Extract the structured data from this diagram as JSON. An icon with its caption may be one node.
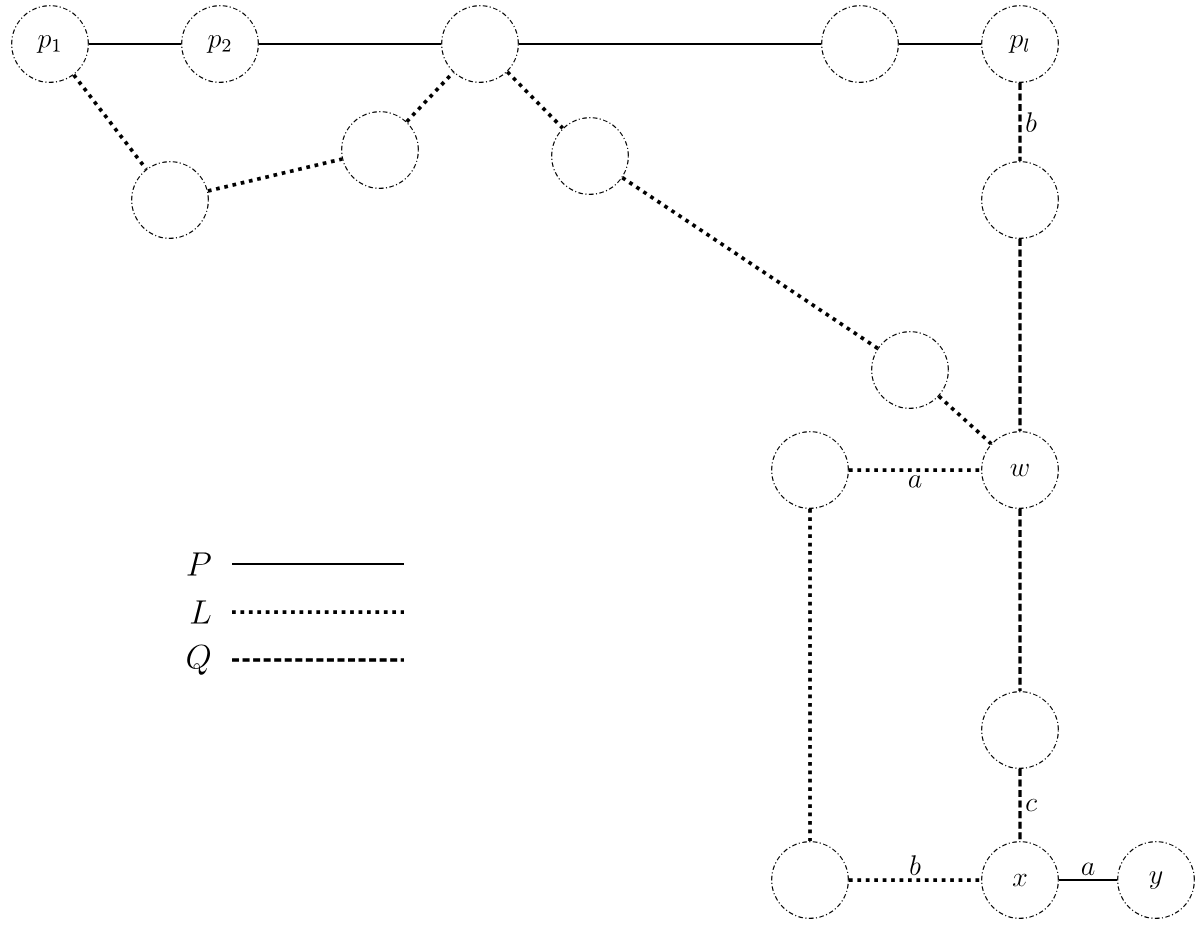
{
  "diagram": {
    "nodes": [
      {
        "text": [
          "p_1"
        ]
      },
      {
        "text": [
          "p_2"
        ]
      },
      {
        "text": [],
        "shape": "circle"
      },
      {
        "text": [],
        "shape": "circle"
      },
      {
        "text": [
          "p_l"
        ]
      },
      {
        "text": [],
        "shape": "circle"
      },
      {
        "text": [],
        "shape": "circle"
      },
      {
        "text": [],
        "shape": "circle"
      },
      {
        "text": [],
        "shape": "circle"
      },
      {
        "text": [],
        "shape": "circle"
      },
      {
        "text": [],
        "shape": "circle"
      },
      {
        "text": [
          "w"
        ]
      },
      {
        "text": [],
        "shape": "circle"
      },
      {
        "text": [],
        "shape": "circle"
      },
      {
        "text": [
          "x"
        ]
      },
      {
        "text": [
          "y"
        ]
      }
    ],
    "edges": [
      {
        "from": 0,
        "to": 1,
        "arrow": "none"
      },
      {
        "from": 1,
        "to": 2,
        "arrow": "none"
      },
      {
        "from": 2,
        "to": 3,
        "arrow": "none"
      },
      {
        "from": 3,
        "to": 4,
        "arrow": "none"
      },
      {
        "from": 0,
        "to": 5,
        "arrow": "none",
        "style": "dashed"
      },
      {
        "from": 5,
        "to": 6,
        "arrow": "none",
        "style": "dashed"
      },
      {
        "from": 6,
        "to": 2,
        "arrow": "none",
        "style": "dashed"
      },
      {
        "from": 2,
        "to": 7,
        "arrow": "none",
        "style": "dashed"
      },
      {
        "from": 7,
        "to": 9,
        "arrow": "none",
        "style": "dashed"
      },
      {
        "from": 9,
        "to": 11,
        "arrow": "none",
        "style": "dashed"
      },
      {
        "from": 4,
        "to": 8,
        "arrow": "none",
        "style": "dashed",
        "label": "b"
      },
      {
        "from": 8,
        "to": 11,
        "arrow": "none",
        "style": "dashed"
      },
      {
        "from": 10,
        "to": 11,
        "arrow": "none",
        "style": "dashed",
        "label": "a"
      },
      {
        "from": 11,
        "to": 12,
        "arrow": "none",
        "style": "dashed"
      },
      {
        "from": 12,
        "to": 14,
        "arrow": "none",
        "style": "dashed",
        "label": "c"
      },
      {
        "from": 10,
        "to": 13,
        "arrow": "none",
        "style": "dashed"
      },
      {
        "from": 13,
        "to": 14,
        "arrow": "none",
        "style": "dashed",
        "label": "b"
      },
      {
        "from": 14,
        "to": 15,
        "arrow": "none",
        "label": "a"
      }
    ],
    "legend": [
      {
        "text": "P"
      },
      {
        "text": "L"
      },
      {
        "text": "Q"
      }
    ]
  }
}
